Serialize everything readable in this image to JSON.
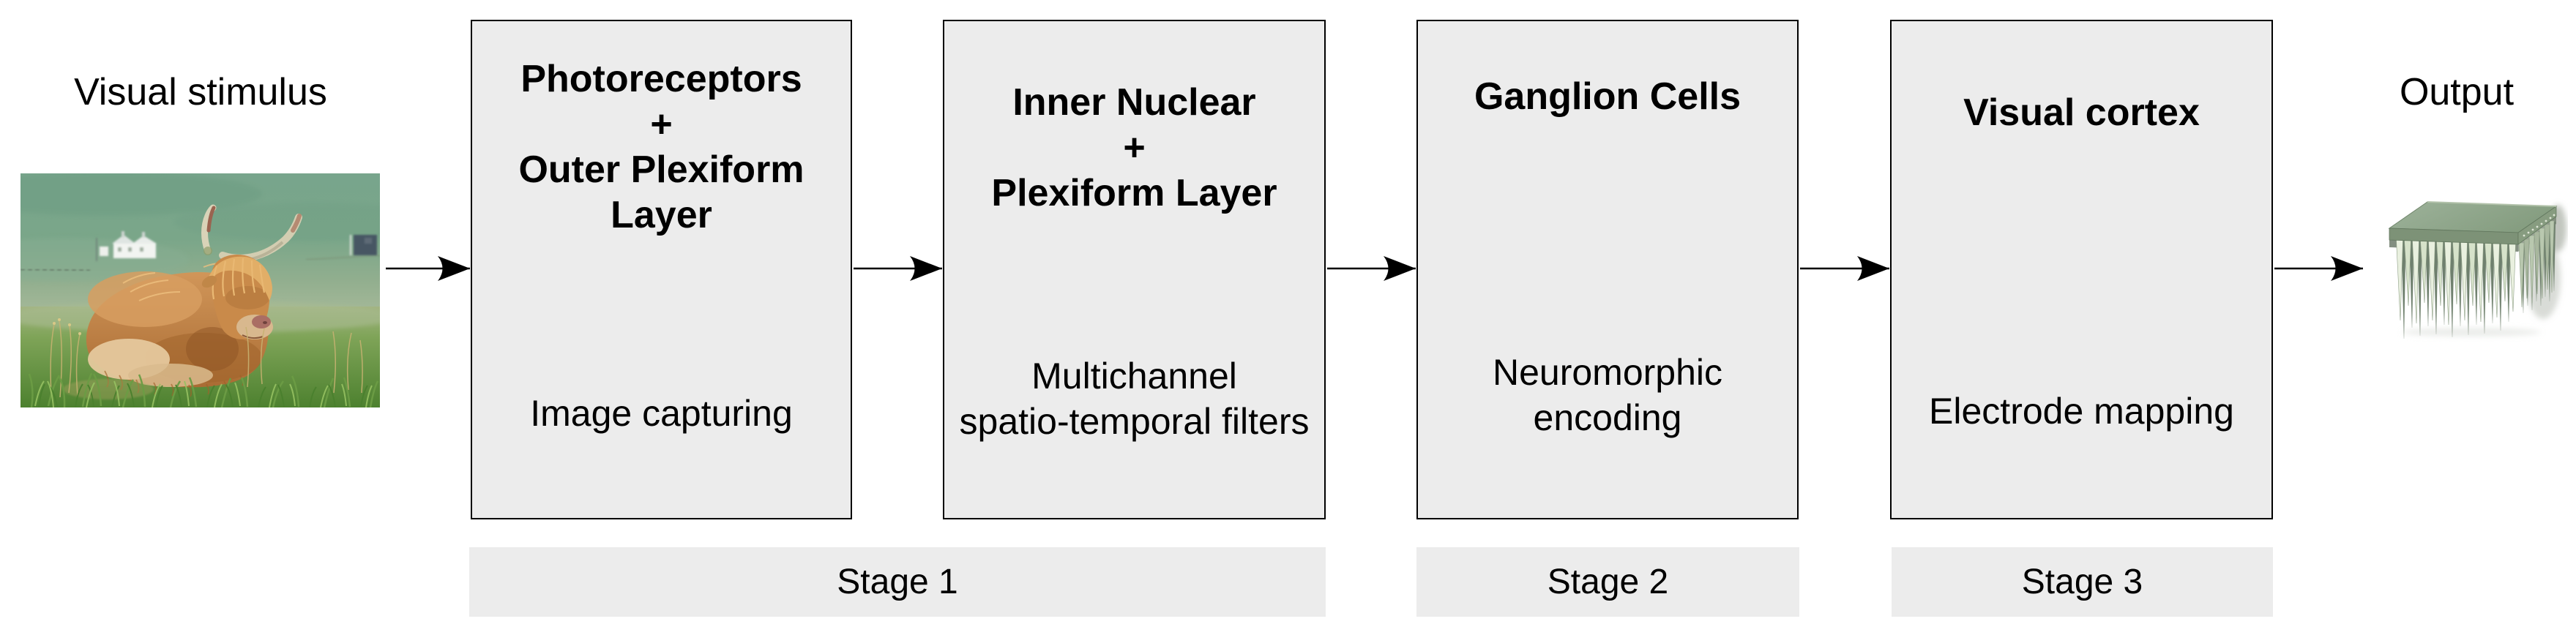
{
  "diagram": {
    "input_label": "Visual stimulus",
    "output_label": "Output",
    "boxes": [
      {
        "id": "photoreceptors-outer-plexiform",
        "title_lines": [
          "Photoreceptors",
          "+",
          "Outer Plexiform",
          "Layer"
        ],
        "subtitle_lines": [
          "Image capturing"
        ]
      },
      {
        "id": "inner-nuclear-plexiform",
        "title_lines": [
          "Inner Nuclear",
          "+",
          "Plexiform Layer"
        ],
        "subtitle_lines": [
          "Multichannel",
          "spatio-temporal filters"
        ]
      },
      {
        "id": "ganglion-cells",
        "title_lines": [
          "Ganglion Cells"
        ],
        "subtitle_lines": [
          "Neuromorphic",
          "encoding"
        ]
      },
      {
        "id": "visual-cortex",
        "title_lines": [
          "Visual cortex"
        ],
        "subtitle_lines": [
          "Electrode mapping"
        ]
      }
    ],
    "stages": [
      {
        "label": "Stage 1",
        "spans": [
          "photoreceptors-outer-plexiform",
          "inner-nuclear-plexiform"
        ]
      },
      {
        "label": "Stage 2",
        "spans": [
          "ganglion-cells"
        ]
      },
      {
        "label": "Stage 3",
        "spans": [
          "visual-cortex"
        ]
      }
    ],
    "edges": [
      {
        "from": "visual-stimulus",
        "to": "photoreceptors-outer-plexiform"
      },
      {
        "from": "photoreceptors-outer-plexiform",
        "to": "inner-nuclear-plexiform"
      },
      {
        "from": "inner-nuclear-plexiform",
        "to": "ganglion-cells"
      },
      {
        "from": "ganglion-cells",
        "to": "visual-cortex"
      },
      {
        "from": "visual-cortex",
        "to": "output"
      }
    ],
    "images": {
      "input": "highland-cow-photo",
      "output": "utah-electrode-array"
    },
    "colors": {
      "box_fill": "#ececec",
      "box_border": "#000000",
      "stage_fill": "#ececec",
      "text": "#000000",
      "arrow": "#000000",
      "array_green": "#8ea887"
    }
  }
}
